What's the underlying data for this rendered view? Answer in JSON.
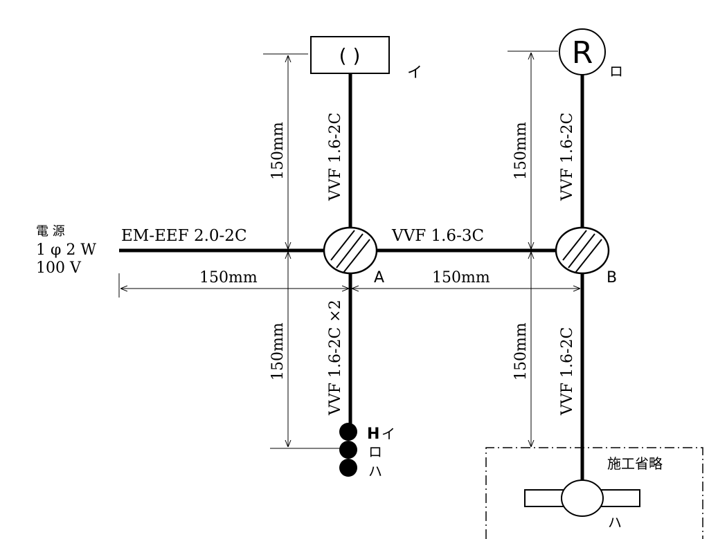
{
  "power_source": {
    "line1": "電 源",
    "line2": "1 φ 2 W",
    "line3": "100 V"
  },
  "cables": {
    "feeder": "EM-EEF 2.0-2C",
    "a_to_b": "VVF 1.6-3C",
    "a_up": "VVF 1.6-2C",
    "a_down": "VVF 1.6-2C ×2",
    "b_up": "VVF 1.6-2C",
    "b_down": "VVF 1.6-2C"
  },
  "dimensions": {
    "source_to_a": "150mm",
    "a_to_b": "150mm",
    "a_up": "150mm",
    "a_down": "150mm",
    "b_up": "150mm",
    "b_down": "150mm"
  },
  "junctions": {
    "a": "A",
    "b": "B"
  },
  "fixtures": {
    "ceiling_light_symbol": "( )",
    "ceiling_light_label": "イ",
    "receptacle_symbol": "R",
    "receptacle_label": "ロ",
    "lamp_label": "ハ"
  },
  "switches": {
    "h_mark": "H",
    "label1": "イ",
    "label2": "ロ",
    "label3": "ハ"
  },
  "omitted_area": "施工省略"
}
